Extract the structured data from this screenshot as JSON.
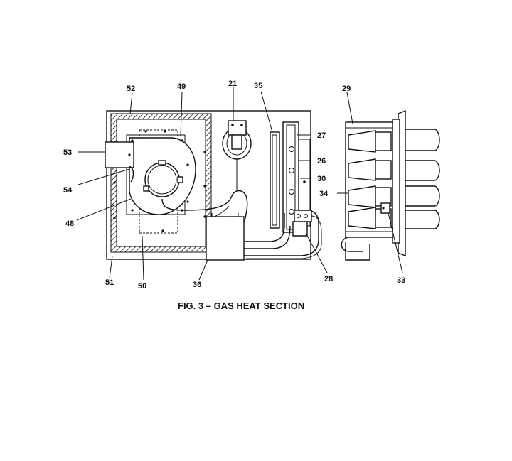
{
  "figure": {
    "caption": "FIG. 3 – GAS HEAT SECTION",
    "callouts": {
      "c52": "52",
      "c49": "49",
      "c21": "21",
      "c35": "35",
      "c29": "29",
      "c27": "27",
      "c26": "26",
      "c30": "30",
      "c34": "34",
      "c53": "53",
      "c54": "54",
      "c48": "48",
      "c51": "51",
      "c50": "50",
      "c36": "36",
      "c28": "28",
      "c33": "33"
    }
  }
}
